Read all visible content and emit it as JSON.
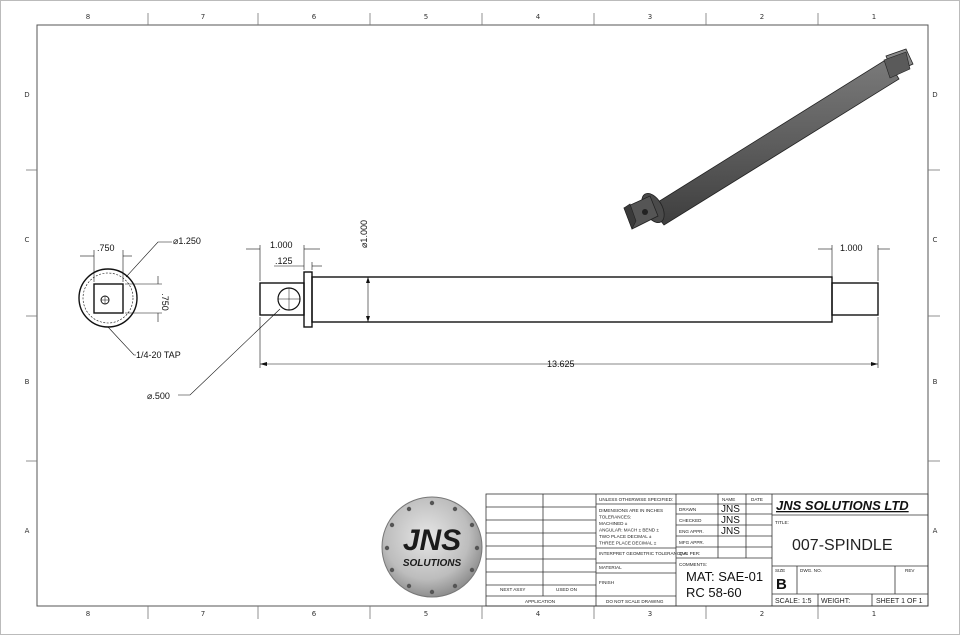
{
  "zones": {
    "columns": [
      "8",
      "7",
      "6",
      "5",
      "4",
      "3",
      "2",
      "1"
    ],
    "rows": [
      "D",
      "C",
      "B",
      "A"
    ]
  },
  "front_view": {
    "dims": {
      "width": ".750",
      "diameter": "⌀1.250",
      "height": ".750",
      "tap": "1/4-20 TAP"
    }
  },
  "side_view": {
    "dims": {
      "left_length": "1.000",
      "flange": ".125",
      "shaft_dia": "⌀1.000",
      "right_length": "1.000",
      "overall": "13.625",
      "hole_dia": "⌀.500"
    }
  },
  "logo": {
    "line1": "JNS",
    "line2": "SOLUTIONS"
  },
  "title_block": {
    "unless_specified": "UNLESS OTHERWISE SPECIFIED:",
    "tolerance_lines": [
      "DIMENSIONS ARE IN INCHES",
      "TOLERANCES:",
      "MACHINED ±",
      "ANGULAR: MACH ±   BEND ±",
      "TWO PLACE DECIMAL   ±",
      "THREE PLACE DECIMAL  ±"
    ],
    "interpret": "INTERPRET GEOMETRIC TOLERANCING PER:",
    "material_label": "MATERIAL",
    "finish_label": "FINISH",
    "next_assy": "NEXT ASSY",
    "used_on": "USED ON",
    "application": "APPLICATION",
    "do_not_scale": "DO NOT SCALE DRAWING",
    "name_header": "NAME",
    "date_header": "DATE",
    "rows": [
      {
        "role": "DRAWN",
        "name": "JNS"
      },
      {
        "role": "CHECKED",
        "name": "JNS"
      },
      {
        "role": "ENG APPR.",
        "name": "JNS"
      },
      {
        "role": "MFG APPR.",
        "name": ""
      },
      {
        "role": "Q.A.",
        "name": ""
      },
      {
        "role": "COMMENTS:",
        "name": ""
      }
    ],
    "material_value": "MAT: SAE-01",
    "hardness_value": "RC 58-60",
    "company": "JNS SOLUTIONS LTD",
    "title_label": "TITLE:",
    "title_value": "007-SPINDLE",
    "size_label": "SIZE",
    "size_value": "B",
    "dwg_no_label": "DWG. NO.",
    "rev_label": "REV",
    "scale": "SCALE: 1:5",
    "weight": "WEIGHT:",
    "sheet": "SHEET 1 OF 1"
  }
}
